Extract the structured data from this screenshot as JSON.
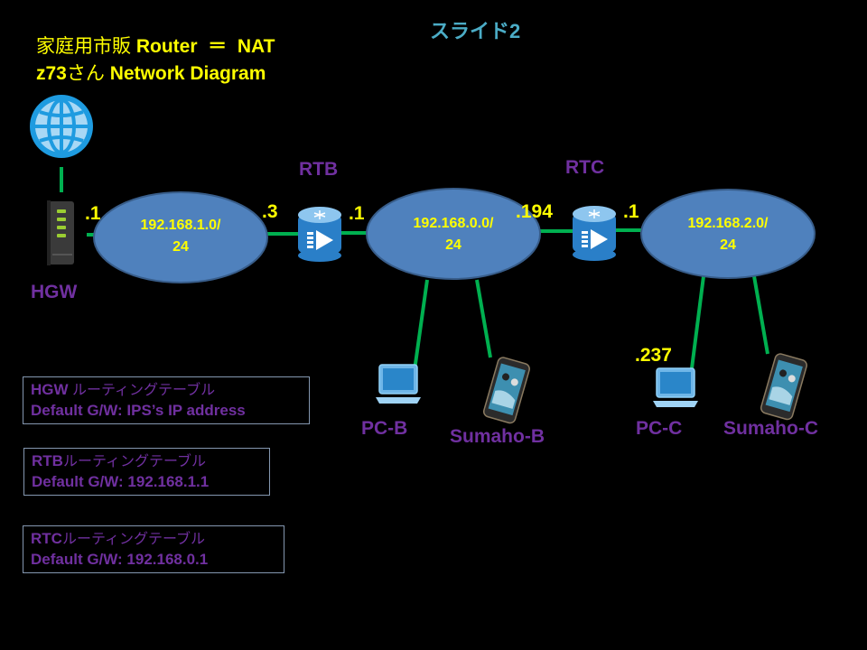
{
  "slide_label": "スライド2",
  "title": {
    "line1_jp": "家庭用市販",
    "line1_en": " Router  ＝  NAT",
    "line2_prefix": "z73",
    "line2_jp": "さん",
    "line2_en": " Network Diagram"
  },
  "devices": {
    "internet": "internet-globe",
    "hgw": {
      "label": "HGW",
      "port_ip": ".1"
    },
    "rtb": {
      "label": "RTB",
      "left_ip": ".3",
      "right_ip": ".1"
    },
    "rtc": {
      "label": "RTC",
      "left_ip": ".194",
      "right_ip": ".1"
    },
    "pc_b": {
      "label": "PC-B"
    },
    "sumaho_b": {
      "label": "Sumaho-B"
    },
    "pc_c": {
      "label": "PC-C",
      "ip": ".237"
    },
    "sumaho_c": {
      "label": "Sumaho-C"
    }
  },
  "networks": [
    {
      "line1": "192.168.1.0/",
      "line2": "24"
    },
    {
      "line1": "192.168.0.0/",
      "line2": "24"
    },
    {
      "line1": "192.168.2.0/",
      "line2": "24"
    }
  ],
  "routing_tables": [
    {
      "device": "HGW",
      "title_jp": " ルーティングテーブル",
      "default_gw": "Default G/W: IPS’s IP address"
    },
    {
      "device": "RTB",
      "title_jp": "ルーティングテーブル",
      "default_gw": "Default G/W: 192.168.1.1"
    },
    {
      "device": "RTC",
      "title_jp": "ルーティングテーブル",
      "default_gw": "Default G/W: 192.168.0.1"
    }
  ],
  "colors": {
    "link": "#00b050",
    "network_fill": "#4f81bd",
    "network_stroke": "#385d8a",
    "ip_text": "#ffff00",
    "device_label": "#7030a0",
    "slide_label": "#4bacc6"
  }
}
